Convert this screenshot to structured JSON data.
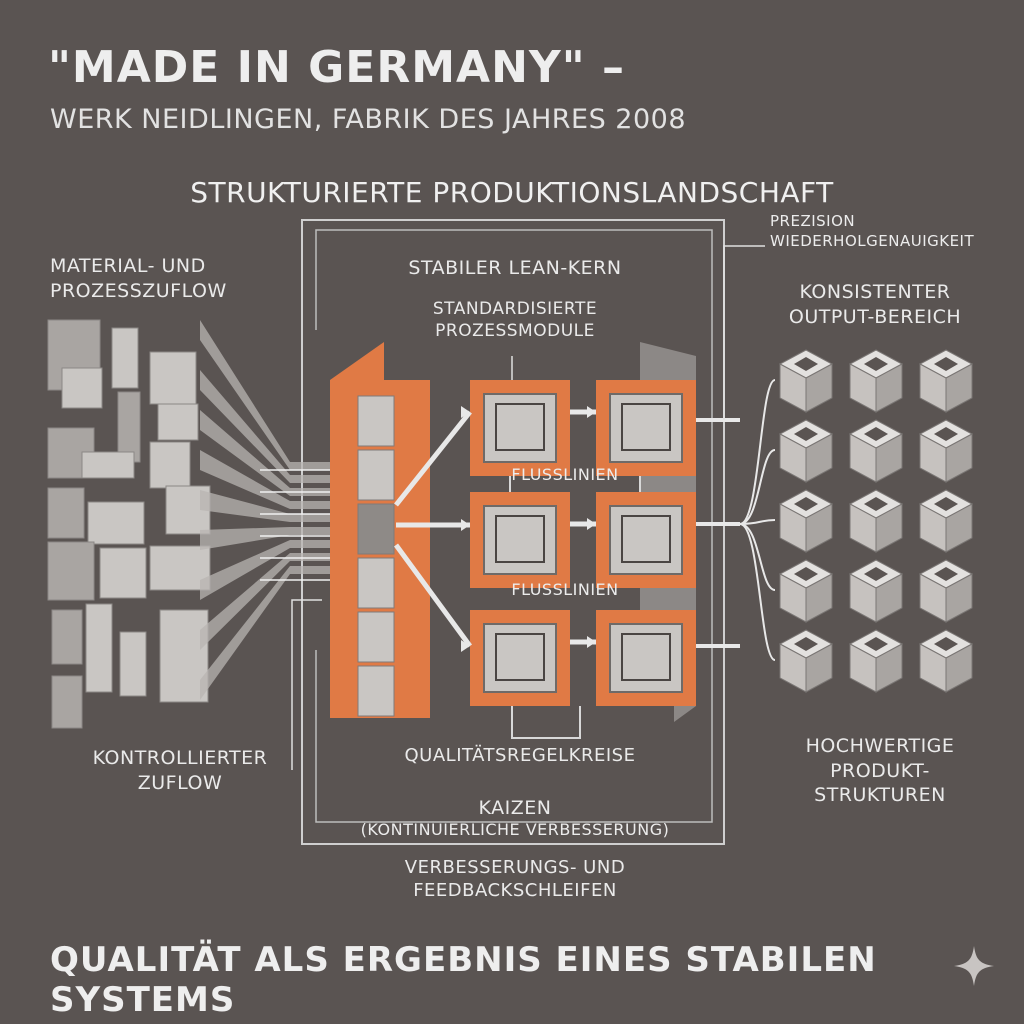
{
  "header": {
    "title": "\"MADE IN GERMANY\" –",
    "subtitle": "WERK NEIDLINGEN, FABRIK DES JAHRES 2008"
  },
  "section_heading": "STRUKTURIERTE PRODUKTIONSLANDSCHAFT",
  "labels": {
    "material_line1": "MATERIAL- UND",
    "material_line2": "PROZESSZUFLOW",
    "lean_core": "STABILER LEAN-KERN",
    "modules_line1": "STANDARDISIERTE",
    "modules_line2": "PROZESSMODULE",
    "precision_line1": "PREZISION",
    "precision_line2": "WIEDERHOLGENAUIGKEIT",
    "output_line1": "KONSISTENTER",
    "output_line2": "OUTPUT-BEREICH",
    "flow_lines_1": "FLUSSLINIEN",
    "flow_lines_2": "FLUSSLINIEN",
    "quality_loops": "QUALITÄTSREGELKREISE",
    "controlled_line1": "KONTROLLIERTER",
    "controlled_line2": "ZUFLOW",
    "products_line1": "HOCHWERTIGE",
    "products_line2": "PRODUKT-",
    "products_line3": "STRUKTUREN",
    "kaizen": "KAIZEN",
    "kaizen_sub": "(KONTINUIERLICHE VERBESSERUNG)",
    "feedback_line1": "VERBESSERUNGS- UND",
    "feedback_line2": "FEEDBACKSCHLEIFEN"
  },
  "footer": "QUALITÄT ALS ERGEBNIS EINES STABILEN SYSTEMS",
  "colors": {
    "background": "#5a5452",
    "accent_orange": "#e07a45",
    "block_light": "#c9c6c3",
    "block_mid": "#a9a5a2",
    "line": "#e8e8e8"
  },
  "icons": {
    "sparkle": "four-point-star"
  }
}
